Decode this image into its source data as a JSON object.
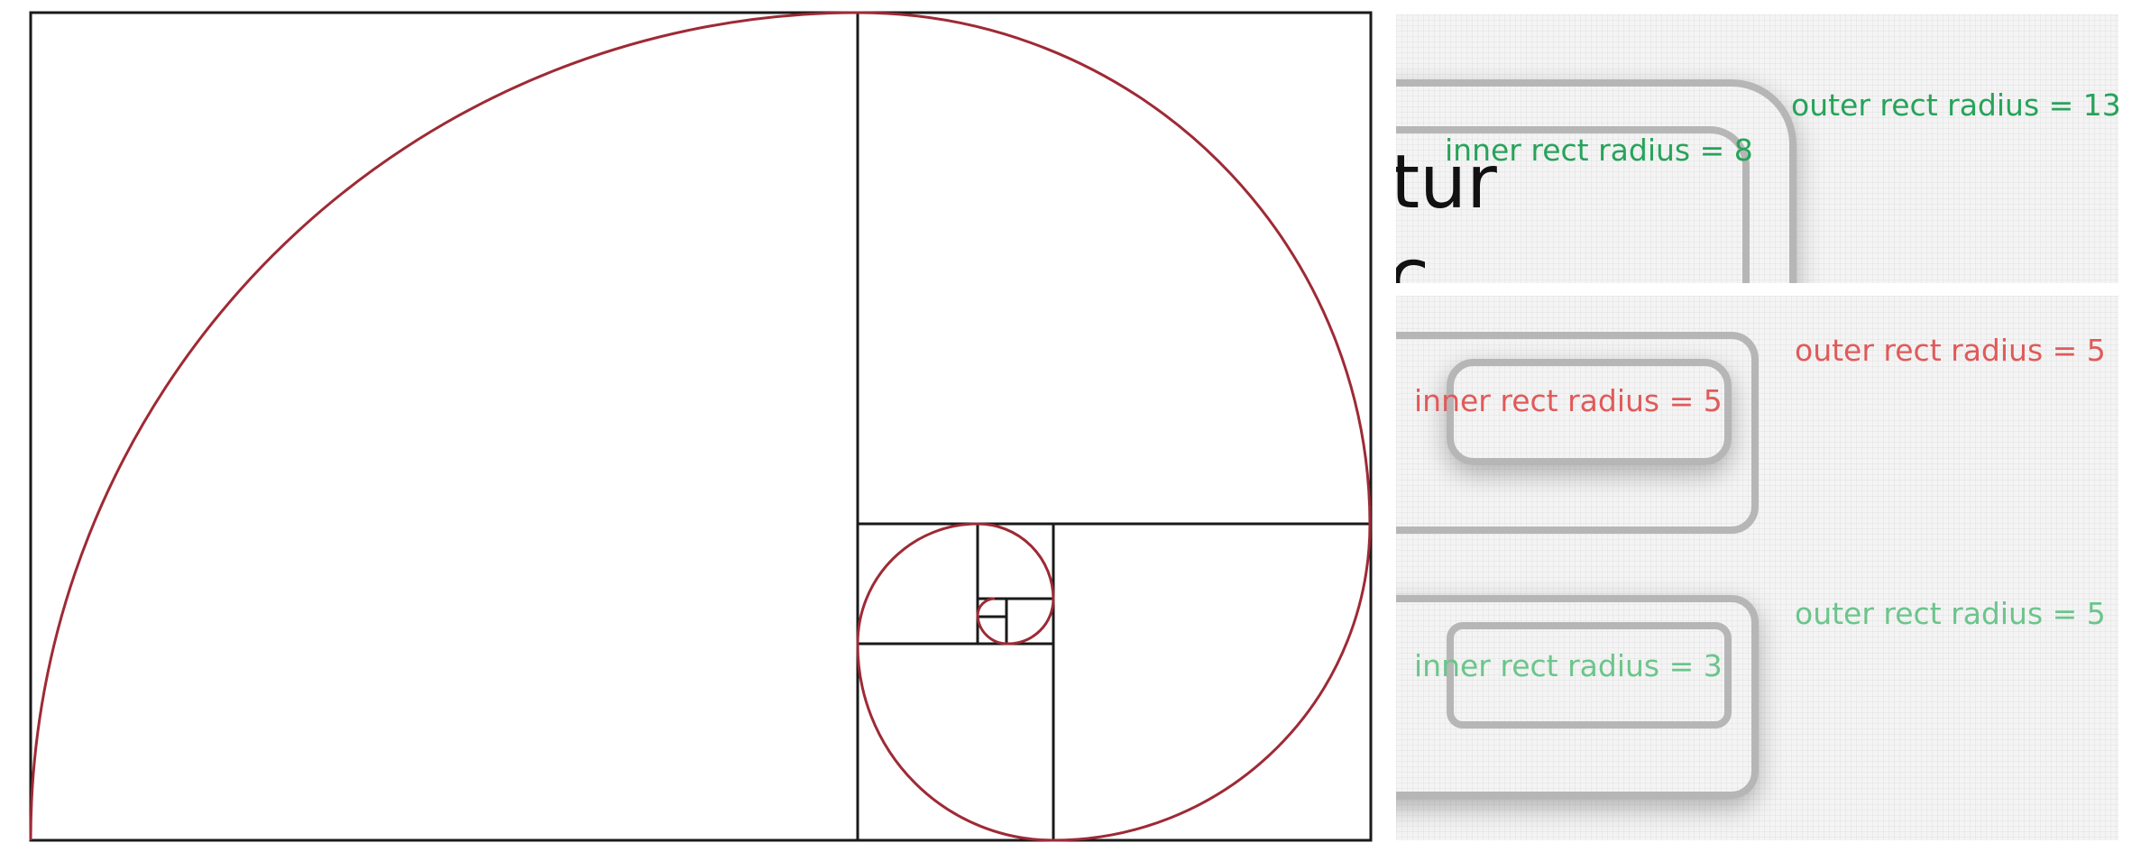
{
  "spiral": {
    "frame_color": "#1a1a1a",
    "spiral_color": "#9e2a35"
  },
  "demo_panels": [
    {
      "outer_label": "outer rect radius = 13",
      "inner_label": "inner rect radius = 8",
      "label_color": "#27a35a",
      "background_text_line1": "tur",
      "background_text_line2": "c"
    },
    {
      "outer_label": "outer rect radius = 5",
      "inner_label": "inner rect radius = 5",
      "label_color": "#e05a5a"
    },
    {
      "outer_label": "outer rect radius = 5",
      "inner_label": "inner rect radius = 3",
      "label_color": "#6cc58b"
    }
  ]
}
